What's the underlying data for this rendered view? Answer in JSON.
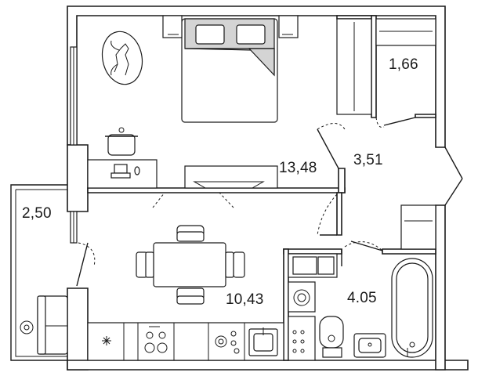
{
  "rooms": [
    {
      "id": "bedroom",
      "area": "13,48"
    },
    {
      "id": "wardrobe",
      "area": "1,66"
    },
    {
      "id": "hallway",
      "area": "3,51"
    },
    {
      "id": "balcony",
      "area": "2,50"
    },
    {
      "id": "kitchen-living",
      "area": "10,43"
    },
    {
      "id": "bathroom",
      "area": "4.05"
    }
  ]
}
